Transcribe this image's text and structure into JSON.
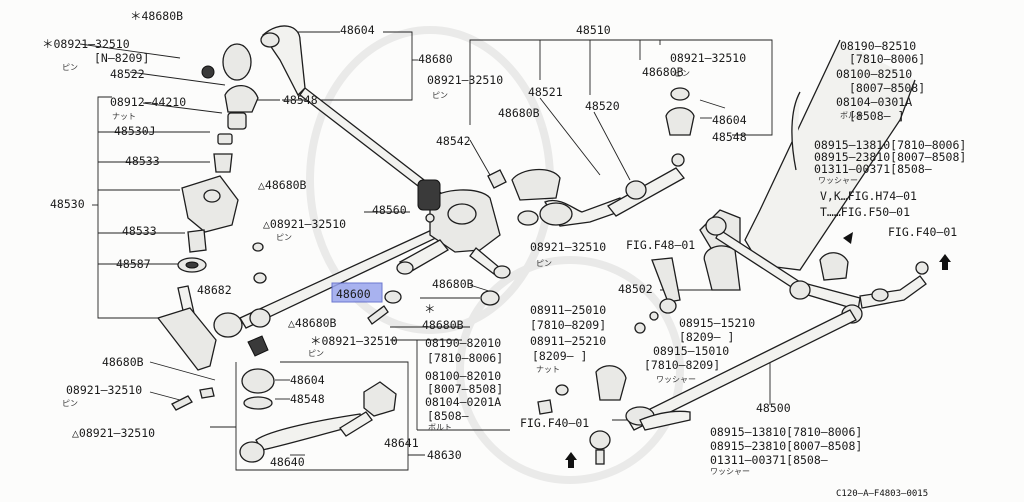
{
  "highlight_label": "48600",
  "diagram_code": "C120–A–F4803–0015",
  "labels": [
    {
      "id": "l01",
      "text": "＊48680B"
    },
    {
      "id": "l02",
      "text": "48604"
    },
    {
      "id": "l03",
      "text": "＊08921–32510"
    },
    {
      "id": "l04",
      "text": "[N–8209]"
    },
    {
      "id": "l05",
      "text": "48522"
    },
    {
      "id": "l06",
      "text": "48680"
    },
    {
      "id": "l07",
      "text": "08921–32510"
    },
    {
      "id": "l08",
      "text": "48548"
    },
    {
      "id": "l09",
      "text": "08912–44210"
    },
    {
      "id": "l10",
      "text": "48530J"
    },
    {
      "id": "l11",
      "text": "48533"
    },
    {
      "id": "l12",
      "text": "48530"
    },
    {
      "id": "l13",
      "text": "△48680B"
    },
    {
      "id": "l14",
      "text": "△08921–32510"
    },
    {
      "id": "l15",
      "text": "48560"
    },
    {
      "id": "l16",
      "text": "48533"
    },
    {
      "id": "l17",
      "text": "48587"
    },
    {
      "id": "l18",
      "text": "48682"
    },
    {
      "id": "l19",
      "text": "48600"
    },
    {
      "id": "l20",
      "text": "48680B"
    },
    {
      "id": "l21",
      "text": "＊"
    },
    {
      "id": "l22",
      "text": "48680B"
    },
    {
      "id": "l23",
      "text": "△48680B"
    },
    {
      "id": "l24",
      "text": "＊08921–32510"
    },
    {
      "id": "l25",
      "text": "48680B"
    },
    {
      "id": "l26",
      "text": "08921–32510"
    },
    {
      "id": "l27",
      "text": "48604"
    },
    {
      "id": "l28",
      "text": "48548"
    },
    {
      "id": "l29",
      "text": "△08921–32510"
    },
    {
      "id": "l30",
      "text": "48641"
    },
    {
      "id": "l31",
      "text": "48640"
    },
    {
      "id": "l32",
      "text": "48630"
    },
    {
      "id": "l33",
      "text": "48510"
    },
    {
      "id": "l34",
      "text": "48542"
    },
    {
      "id": "l35",
      "text": "48680B"
    },
    {
      "id": "l36",
      "text": "48521"
    },
    {
      "id": "l37",
      "text": "48520"
    },
    {
      "id": "l38",
      "text": "48680B"
    },
    {
      "id": "l39",
      "text": "08921–32510"
    },
    {
      "id": "l40",
      "text": "48604"
    },
    {
      "id": "l41",
      "text": "48548"
    },
    {
      "id": "l42",
      "text": "08921–32510"
    },
    {
      "id": "l43",
      "text": "08190–82510"
    },
    {
      "id": "l44",
      "text": "[7810–8006]"
    },
    {
      "id": "l45",
      "text": "08100–82510"
    },
    {
      "id": "l46",
      "text": "[8007–8508]"
    },
    {
      "id": "l47",
      "text": "08104–0301A"
    },
    {
      "id": "l48",
      "text": "[8508–    ]"
    },
    {
      "id": "l49",
      "text": "08915–13810[7810–8006]"
    },
    {
      "id": "l50",
      "text": "08915–23810[8007–8508]"
    },
    {
      "id": "l51",
      "text": "01311–00371[8508–"
    },
    {
      "id": "l52",
      "text": "V,K…FIG.H74–01"
    },
    {
      "id": "l53",
      "text": "T……FIG.F50–01"
    },
    {
      "id": "l54",
      "text": "FIG.F40–01"
    },
    {
      "id": "l55",
      "text": "FIG.F48–01"
    },
    {
      "id": "l56",
      "text": "48502"
    },
    {
      "id": "l57",
      "text": "08911–25010"
    },
    {
      "id": "l58",
      "text": "[7810–8209]"
    },
    {
      "id": "l59",
      "text": "08911–25210"
    },
    {
      "id": "l60",
      "text": "[8209–   ]"
    },
    {
      "id": "l61",
      "text": "08915–15210"
    },
    {
      "id": "l62",
      "text": "[8209–   ]"
    },
    {
      "id": "l63",
      "text": "08915–15010"
    },
    {
      "id": "l64",
      "text": "[7810–8209]"
    },
    {
      "id": "l65",
      "text": "08190–82010"
    },
    {
      "id": "l66",
      "text": "[7810–8006]"
    },
    {
      "id": "l67",
      "text": "08100–82010"
    },
    {
      "id": "l68",
      "text": "[8007–8508]"
    },
    {
      "id": "l69",
      "text": "08104–0201A"
    },
    {
      "id": "l70",
      "text": "[8508–"
    },
    {
      "id": "l71",
      "text": "48500"
    },
    {
      "id": "l72",
      "text": "FIG.F40–01"
    },
    {
      "id": "l73",
      "text": "08915–13810[7810–8006]"
    },
    {
      "id": "l74",
      "text": "08915–23810[8007–8508]"
    },
    {
      "id": "l75",
      "text": "01311–00371[8508–"
    }
  ],
  "small_labels": [
    {
      "id": "s01",
      "text": "ピン"
    },
    {
      "id": "s02",
      "text": "ナット"
    },
    {
      "id": "s03",
      "text": "ピン"
    },
    {
      "id": "s04",
      "text": "ピン"
    },
    {
      "id": "s05",
      "text": "ピン"
    },
    {
      "id": "s06",
      "text": "ピン"
    },
    {
      "id": "s07",
      "text": "ピン"
    },
    {
      "id": "s08",
      "text": "ボルト"
    },
    {
      "id": "s09",
      "text": "ワッシャー"
    },
    {
      "id": "s10",
      "text": "ワッシャー"
    },
    {
      "id": "s11",
      "text": "ナット"
    },
    {
      "id": "s12",
      "text": "ボルト"
    },
    {
      "id": "s13",
      "text": "ワッシャー"
    },
    {
      "id": "s14",
      "text": "ピン"
    }
  ]
}
